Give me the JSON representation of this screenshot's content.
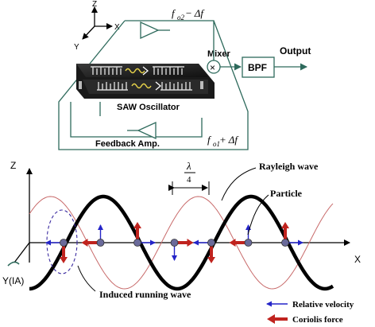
{
  "top": {
    "axes": {
      "z": "Z",
      "x": "X",
      "y": "Y"
    },
    "upper_freq": {
      "base": "f",
      "sub": "o2",
      "suffix": " − Δf"
    },
    "lower_freq": {
      "base": "f",
      "sub": "o1",
      "suffix": " + Δf"
    },
    "mixer_label": "Mixer",
    "mixer_symbol": "×",
    "bpf_label": "BPF",
    "output_label": "Output",
    "saw_label": "SAW Oscillator",
    "feedback_label": "Feedback Amp."
  },
  "bottom": {
    "axes": {
      "z": "Z",
      "x": "X",
      "y": "Y(IA)"
    },
    "lambda_numerator": "λ",
    "lambda_denominator": "4",
    "rayleigh_label": "Rayleigh wave",
    "particle_label": "Particle",
    "induced_label": "Induced running wave",
    "legend": [
      {
        "label": "Relative velocity",
        "color": "#2424c8"
      },
      {
        "label": "Coriolis force",
        "color": "#c0231e"
      }
    ]
  },
  "colors": {
    "circuit": "#2e6a5c",
    "rayleigh": "#000000",
    "induced": "#c86a6a",
    "velocity": "#2424c8",
    "coriolis": "#c0231e",
    "particle": "#6a6a9a",
    "ellipse": "#3a2aa0"
  },
  "chart_data": {
    "type": "diagram",
    "particles_x_quarter_wavelength_index": [
      0,
      1,
      2,
      3,
      4,
      5,
      6
    ]
  }
}
